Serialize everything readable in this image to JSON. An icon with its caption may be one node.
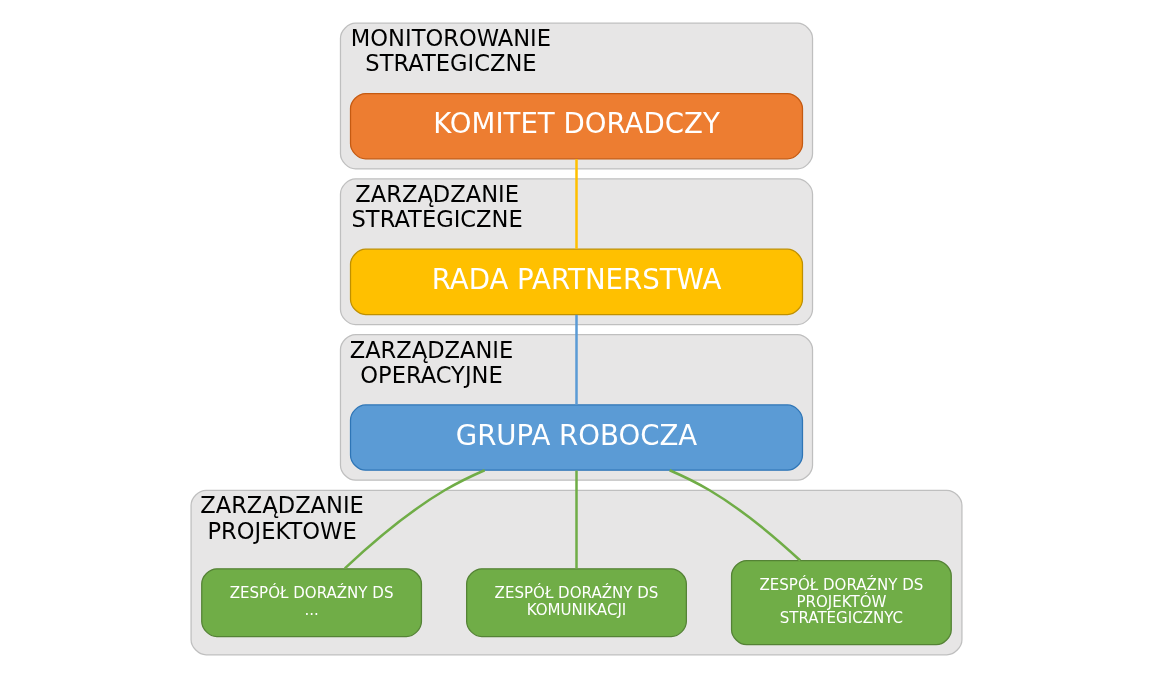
{
  "diagram": {
    "nodes": [
      {
        "text": [
          "MONITOROWANIE STRATEGICZNE"
        ]
      },
      {
        "text": [
          "KOMITET DORADCZY"
        ],
        "in": 0
      },
      {
        "text": [
          "ZARZĄDZANIE STRATEGICZNE"
        ]
      },
      {
        "text": [
          "RADA PARTNERSTWA"
        ],
        "in": 2
      },
      {
        "text": [
          "ZARZĄDZANIE OPERACYJNE"
        ]
      },
      {
        "text": [
          "GRUPA ROBOCZA"
        ],
        "in": 4
      },
      {
        "text": [
          "ZARZĄDZANIE PROJEKTOWE"
        ]
      },
      {
        "text": [
          "ZESPÓŁ DORAŹNY DS PROJEKTÓW STRATEGICZNYC"
        ],
        "in": 6
      },
      {
        "text": [
          "ZESPÓŁ DORAŹNY DS KOMUNIKACJI"
        ],
        "in": 6
      },
      {
        "text": [
          "ZESPÓŁ DORAŹNY DS ..."
        ],
        "in": 6
      }
    ],
    "edges": [
      {
        "from": 1,
        "to": 3,
        "arrow": "none",
        "color": "#ffc000"
      },
      {
        "from": 3,
        "to": 5,
        "arrow": "none",
        "color": "#5b9bd5"
      },
      {
        "from": 5,
        "to": 7,
        "arrow": "none"
      },
      {
        "from": 5,
        "to": 8,
        "arrow": "none"
      },
      {
        "from": 5,
        "to": 9,
        "arrow": "none"
      }
    ]
  }
}
